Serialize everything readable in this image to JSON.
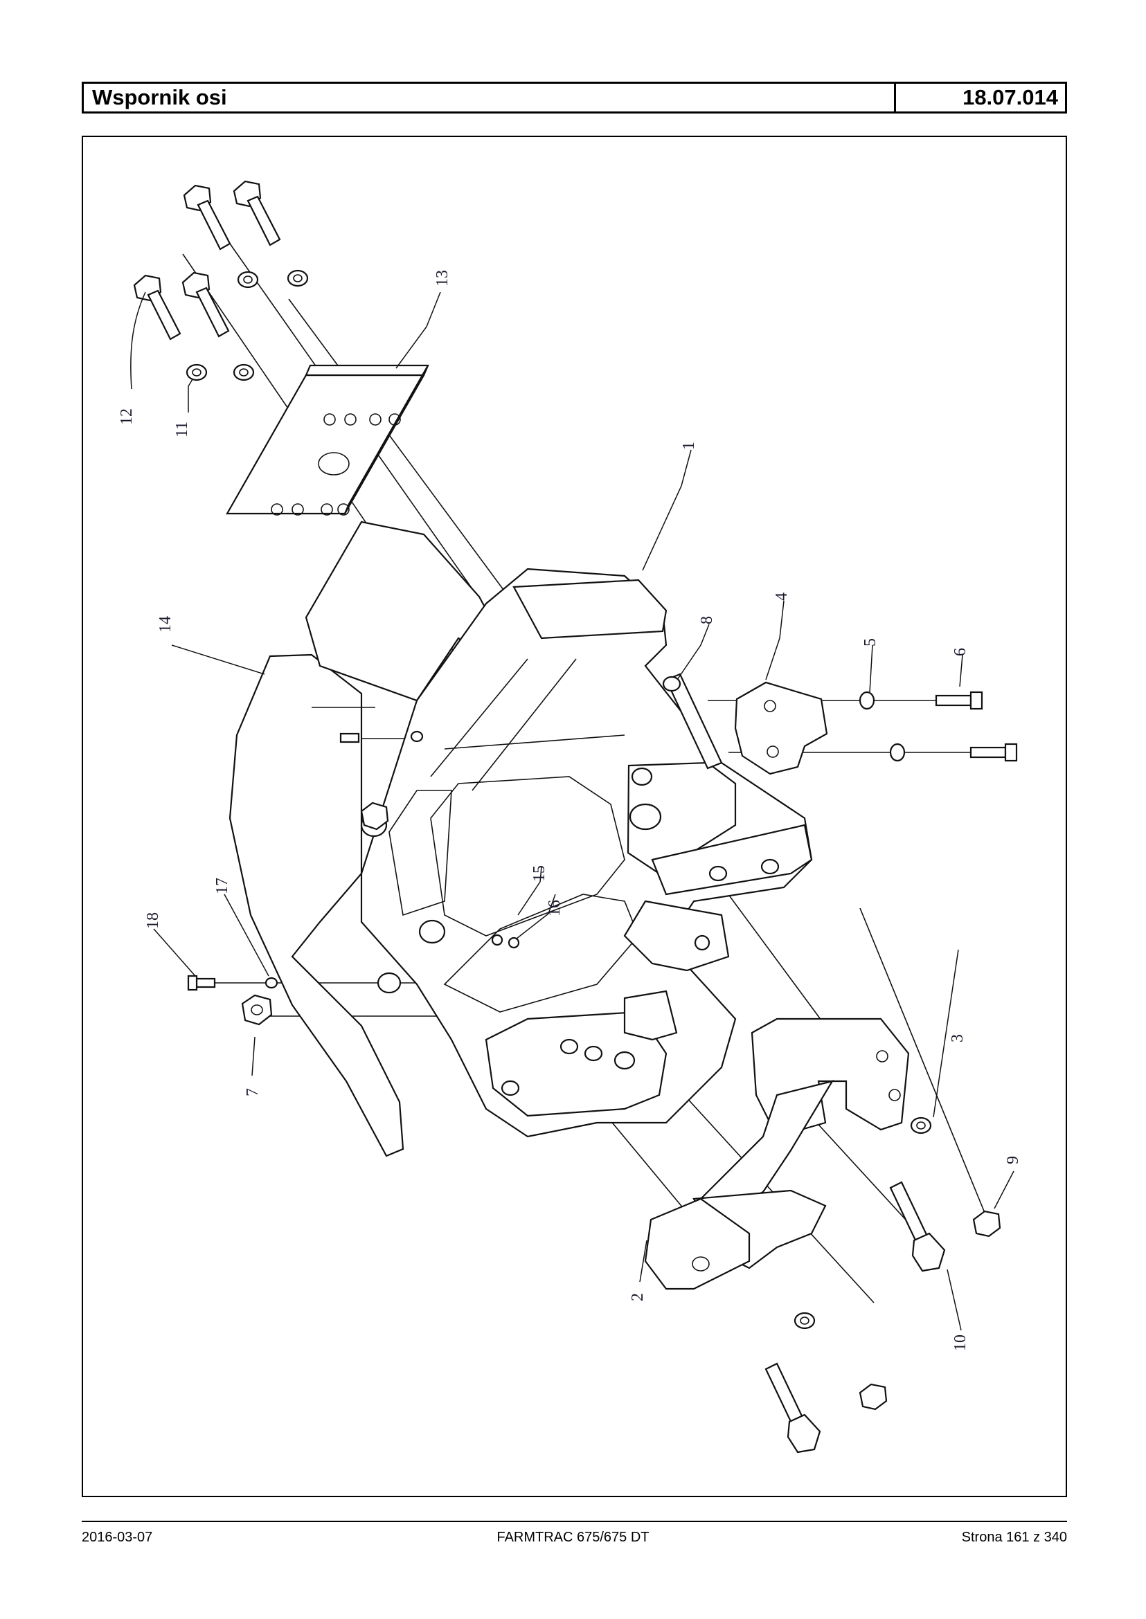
{
  "header": {
    "title": "Wspornik osi",
    "code": "18.07.014"
  },
  "drawing": {
    "callouts": [
      {
        "num": "1"
      },
      {
        "num": "2"
      },
      {
        "num": "3"
      },
      {
        "num": "4"
      },
      {
        "num": "5"
      },
      {
        "num": "6"
      },
      {
        "num": "7"
      },
      {
        "num": "8"
      },
      {
        "num": "9"
      },
      {
        "num": "10"
      },
      {
        "num": "11"
      },
      {
        "num": "12"
      },
      {
        "num": "13"
      },
      {
        "num": "14"
      },
      {
        "num": "15"
      },
      {
        "num": "16"
      },
      {
        "num": "17"
      },
      {
        "num": "18"
      }
    ]
  },
  "footer": {
    "date": "2016-03-07",
    "model": "FARMTRAC 675/675 DT",
    "page": "Strona 161 z 340"
  }
}
